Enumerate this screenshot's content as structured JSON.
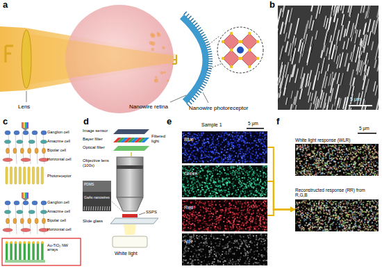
{
  "diagram": {
    "nodes": [
      {
        "text": [
          "Blue"
        ]
      },
      {
        "text": [
          "Green"
        ]
      },
      {
        "text": [
          "Red"
        ]
      },
      {
        "text": [
          "NIR"
        ]
      },
      {
        "text": [
          "White light response (WLR)"
        ]
      },
      {
        "text": [
          "Reconstructed response (RR) from R,G,B"
        ]
      }
    ],
    "edges": [
      {
        "from": 0,
        "to": 5,
        "arrow": "to"
      },
      {
        "from": 1,
        "to": 5,
        "arrow": "to"
      },
      {
        "from": 2,
        "to": 5,
        "arrow": "to"
      }
    ],
    "labels": [
      "a",
      "Lens",
      "Nanowire retina",
      "Nanowire photoreceptor",
      "b",
      "5 μm",
      "c",
      "Ganglion cell",
      "Amacrine cell",
      "Bipolar cell",
      "Horizontal cell",
      "Photoreceptor",
      "Ganglion cell",
      "Amacrine cell",
      "Bipolar cell",
      "Horizontal cell",
      "Au-TiO₂ NW arrays",
      "d",
      "Image sensor",
      "Bayer filter",
      "Optical filter",
      "Filtered light",
      "Objective lens (100x)",
      "PDMS",
      "GaAs nanowires",
      "SSPS",
      "Slide glass",
      "White light",
      "e",
      "Sample 1",
      "5 μm",
      "f",
      "5 μm"
    ]
  }
}
